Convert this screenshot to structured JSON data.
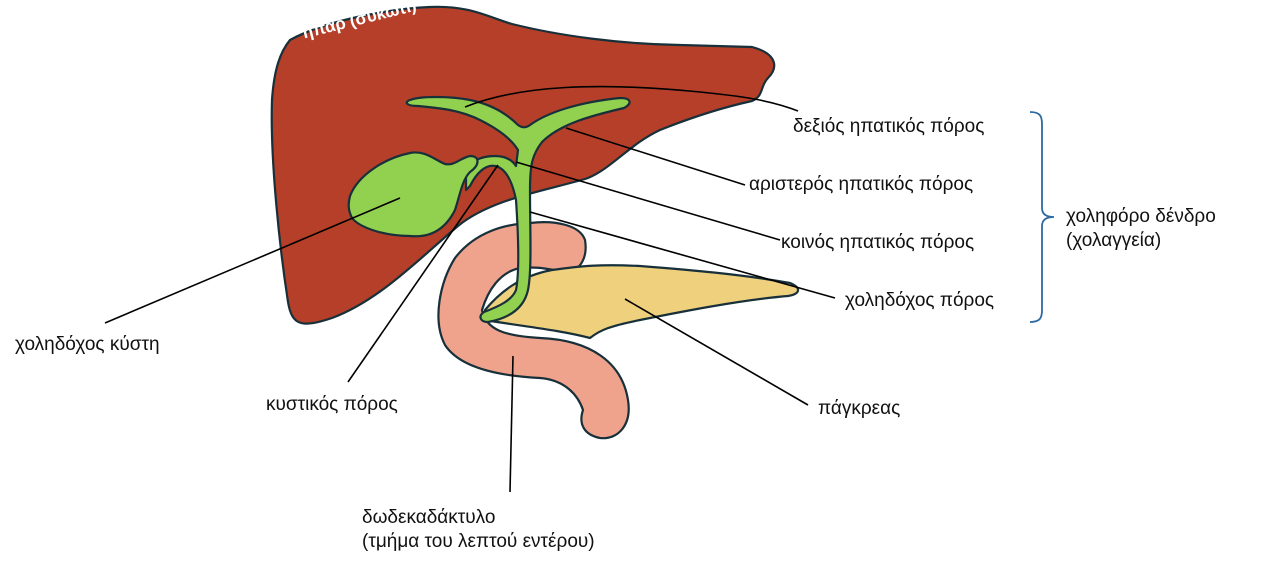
{
  "liver_label": "ήπαρ (συκώτι)",
  "labels": {
    "right_hepatic_duct": "δεξιός ηπατικός πόρος",
    "left_hepatic_duct": "αριστερός ηπατικός πόρος",
    "common_hepatic_duct": "κοινός ηπατικός πόρος",
    "common_bile_duct": "χοληδόχος πόρος",
    "biliary_tree_line1": "χοληφόρο δένδρο",
    "biliary_tree_line2": "(χολαγγεία)",
    "gallbladder": "χοληδόχος κύστη",
    "cystic_duct": "κυστικός πόρος",
    "pancreas": "πάγκρεας",
    "duodenum_line1": "δωδεκαδάκτυλο",
    "duodenum_line2": "(τμήμα του λεπτού εντέρου)"
  },
  "colors": {
    "liver": "#b53f29",
    "bile_ducts": "#92d050",
    "duodenum": "#f0a38c",
    "pancreas": "#efd07c",
    "outline": "#17303a",
    "brace": "#2e6aa0"
  }
}
